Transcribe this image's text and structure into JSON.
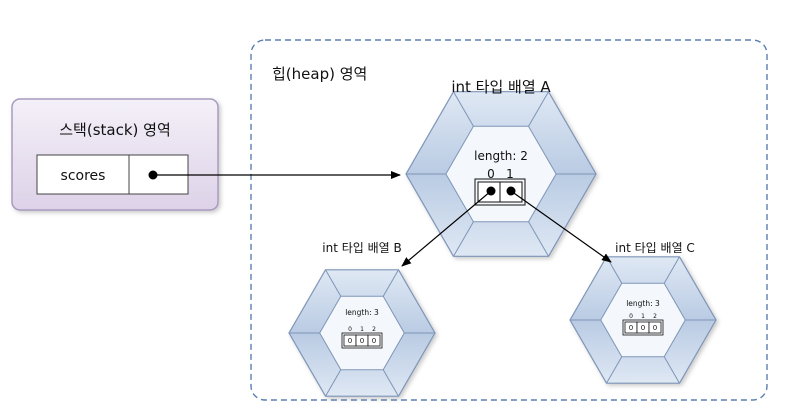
{
  "stack": {
    "title": "스택(stack) 영역",
    "variable": "scores"
  },
  "heap": {
    "title": "힙(heap) 영역"
  },
  "array_a": {
    "label": "int 타입 배열 A",
    "length_text": "length: 2",
    "indices": [
      "0",
      "1"
    ]
  },
  "array_b": {
    "label": "int 타입 배열 B",
    "length_text": "length: 3",
    "indices": [
      "0",
      "1",
      "2"
    ],
    "cells": [
      "0",
      "0",
      "0"
    ]
  },
  "array_c": {
    "label": "int 타입 배열 C",
    "length_text": "length: 3",
    "indices": [
      "0",
      "1",
      "2"
    ],
    "cells": [
      "0",
      "0",
      "0"
    ]
  },
  "colors": {
    "hex_light": "#eef3fa",
    "hex_mid": "#c3d3e8",
    "hex_dark": "#9db3d3",
    "stack_fill": "#e8e1ef",
    "stack_border": "#a99bbf",
    "heap_border": "#5b7fb0"
  }
}
